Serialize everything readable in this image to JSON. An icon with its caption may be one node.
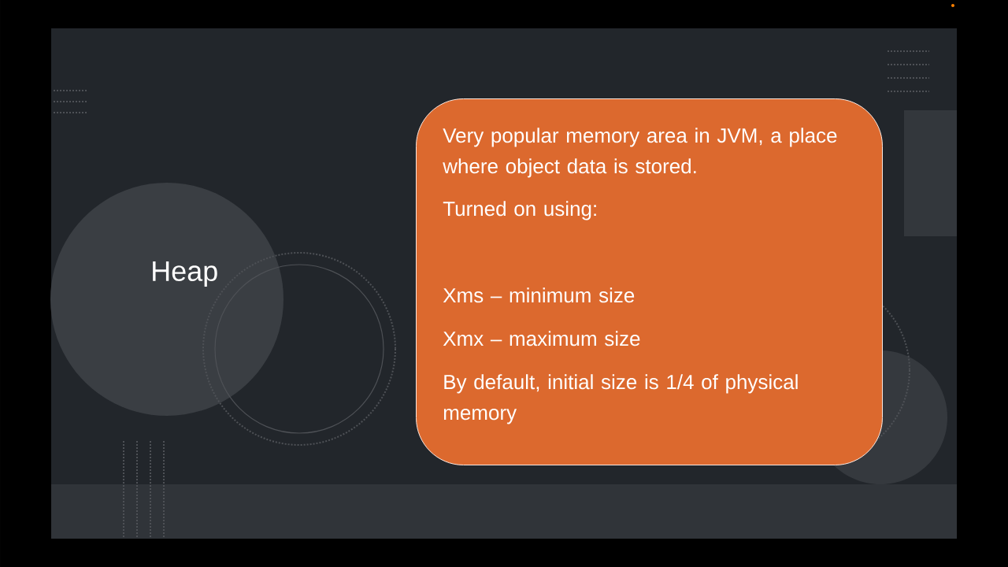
{
  "diagram": {
    "title": "Heap",
    "nodes": [
      {
        "text": [
          "Very popular memory area in JVM, a place where object data is stored.",
          "Turned on using:",
          "Xms – minimum size",
          "Xmx – maximum size",
          "By default, initial size is 1/4 of physical memory"
        ]
      }
    ]
  }
}
